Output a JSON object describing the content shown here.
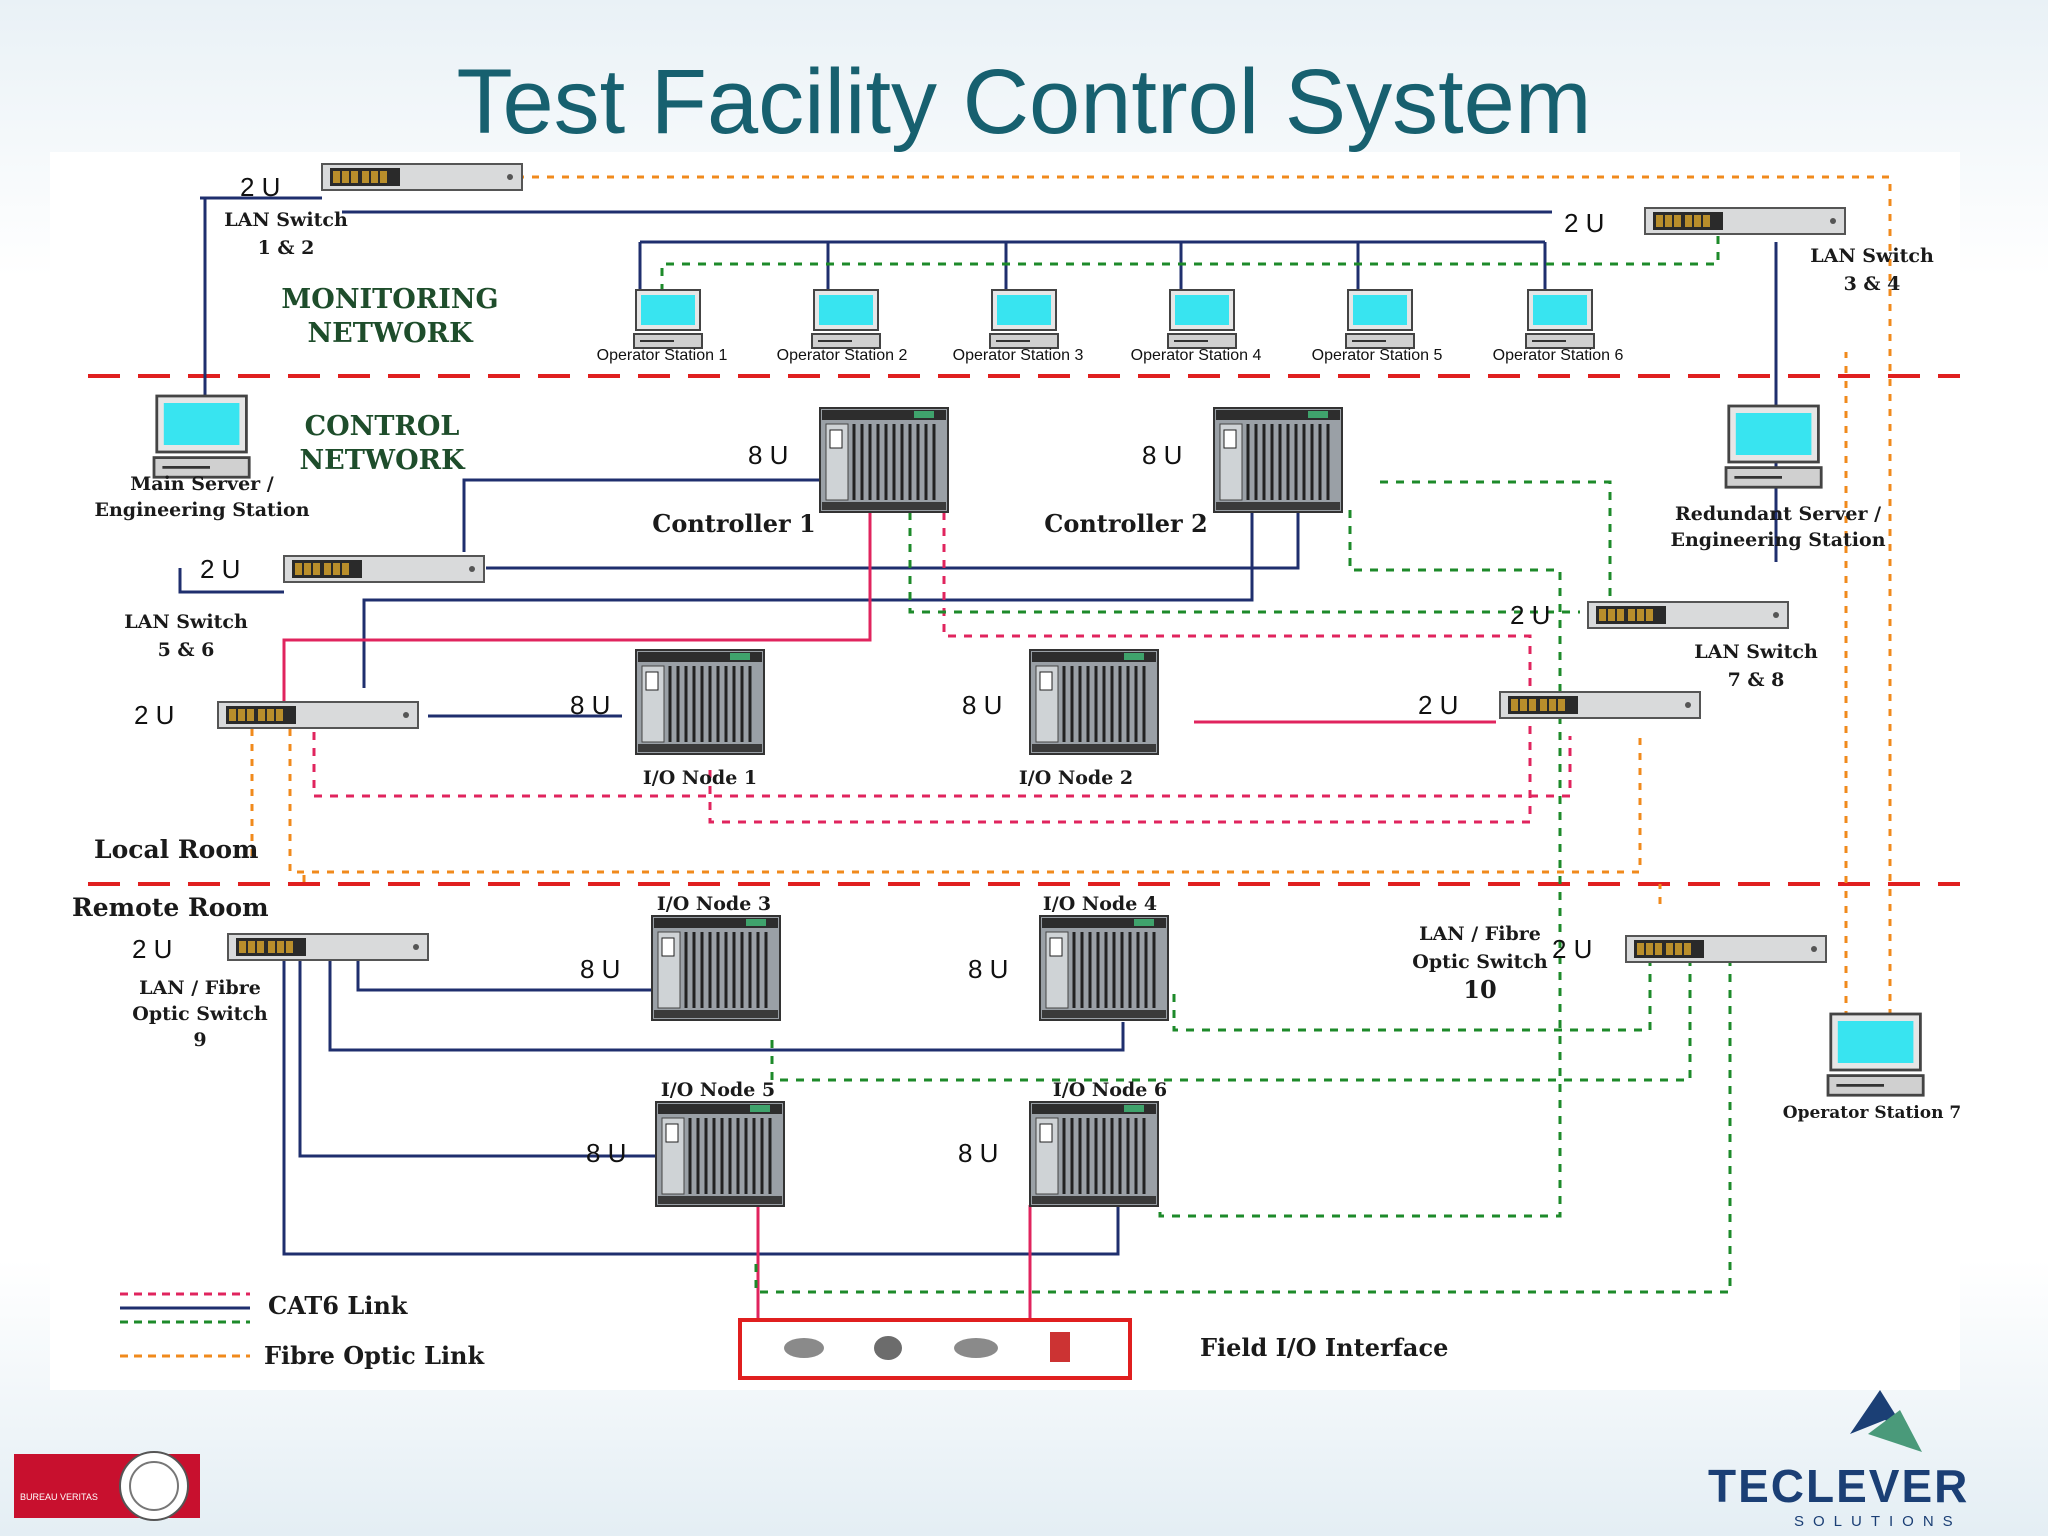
{
  "title": "Test Facility Control System",
  "zones": {
    "monitoring": "MONITORING\nNETWORK",
    "control": "CONTROL\nNETWORK",
    "local_room": "Local Room",
    "remote_room": "Remote Room"
  },
  "switches": {
    "s12": {
      "label": "LAN Switch\n1 & 2",
      "size": "2 U"
    },
    "s34": {
      "label": "LAN Switch\n3 & 4",
      "size": "2 U"
    },
    "s56": {
      "label": "LAN Switch\n5 & 6",
      "size": "2 U"
    },
    "s78": {
      "label": "LAN Switch\n7 & 8",
      "size": "2 U"
    },
    "s56b": {
      "size": "2 U"
    },
    "s78b": {
      "size": "2 U"
    },
    "s9": {
      "label": "LAN / Fibre\nOptic Switch\n9",
      "size": "2 U"
    },
    "s10": {
      "label": "LAN / Fibre\nOptic Switch",
      "num": "10",
      "size": "2 U"
    }
  },
  "operator_stations": [
    "Operator Station 1",
    "Operator Station 2",
    "Operator Station 3",
    "Operator Station 4",
    "Operator Station 5",
    "Operator Station 6"
  ],
  "operator_station_7": "Operator Station 7",
  "servers": {
    "main": "Main Server /\nEngineering Station",
    "redundant": "Redundant Server /\nEngineering Station"
  },
  "racks": {
    "c1": {
      "label": "Controller 1",
      "size": "8 U"
    },
    "c2": {
      "label": "Controller 2",
      "size": "8 U"
    },
    "io1": {
      "label": "I/O Node 1",
      "size": "8 U"
    },
    "io2": {
      "label": "I/O Node 2",
      "size": "8 U"
    },
    "io3": {
      "label": "I/O Node 3",
      "size": "8 U"
    },
    "io4": {
      "label": "I/O Node 4",
      "size": "8 U"
    },
    "io5": {
      "label": "I/O Node 5",
      "size": "8 U"
    },
    "io6": {
      "label": "I/O Node 6",
      "size": "8 U"
    }
  },
  "legend": {
    "cat6": "CAT6 Link",
    "fibre": "Fibre Optic Link"
  },
  "field_io": "Field I/O Interface",
  "logos": {
    "left": "BUREAU VERITAS",
    "right": "TECLEVER",
    "right_sub": "SOLUTIONS"
  },
  "colors": {
    "title": "#17606f",
    "cat6_red": "#e0245e",
    "cat6_blue": "#1f2f6e",
    "fibre_green": "#1d8a2a",
    "fibre_orange": "#f08a1c",
    "zone_divider": "#e01f1f",
    "screen": "#38e4f0"
  }
}
